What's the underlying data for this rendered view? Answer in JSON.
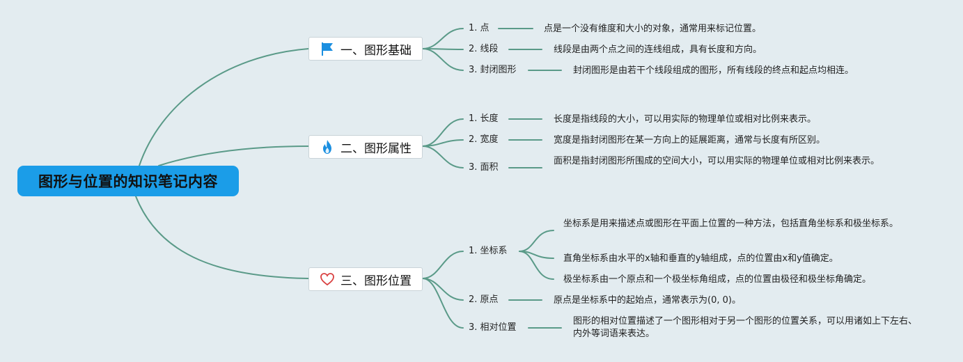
{
  "root": {
    "title": "图形与位置的知识笔记内容"
  },
  "branches": [
    {
      "label": "一、图形基础",
      "icon": "flag-icon",
      "items": [
        {
          "label": "1. 点",
          "notes": [
            "点是一个没有维度和大小的对象，通常用来标记位置。"
          ]
        },
        {
          "label": "2. 线段",
          "notes": [
            "线段是由两个点之间的连线组成，具有长度和方向。"
          ]
        },
        {
          "label": "3. 封闭图形",
          "notes": [
            "封闭图形是由若干个线段组成的图形，所有线段的终点和起点均相连。"
          ]
        }
      ]
    },
    {
      "label": "二、图形属性",
      "icon": "fire-icon",
      "items": [
        {
          "label": "1. 长度",
          "notes": [
            "长度是指线段的大小，可以用实际的物理单位或相对比例来表示。"
          ]
        },
        {
          "label": "2. 宽度",
          "notes": [
            "宽度是指封闭图形在某一方向上的延展距离，通常与长度有所区别。"
          ]
        },
        {
          "label": "3. 面积",
          "notes": [
            "面积是指封闭图形所围成的空间大小，可以用实际的物理单位或相对比例来表示。"
          ]
        }
      ]
    },
    {
      "label": "三、图形位置",
      "icon": "heart-icon",
      "items": [
        {
          "label": "1. 坐标系",
          "notes": [
            "坐标系是用来描述点或图形在平面上位置的一种方法，包括直角坐标系和极坐标系。",
            "直角坐标系由水平的x轴和垂直的y轴组成，点的位置由x和y值确定。",
            "极坐标系由一个原点和一个极坐标角组成，点的位置由极径和极坐标角确定。"
          ]
        },
        {
          "label": "2. 原点",
          "notes": [
            "原点是坐标系中的起始点，通常表示为(0, 0)。"
          ]
        },
        {
          "label": "3. 相对位置",
          "notes": [
            "图形的相对位置描述了一个图形相对于另一个图形的位置关系，可以用诸如上下左右、内外等词语来表达。"
          ]
        }
      ]
    }
  ],
  "colors": {
    "edge": "#5a9a88",
    "root_bg": "#1b9de8",
    "background": "#e3ecf0",
    "flag": "#1b8fe0",
    "fire": "#1b8fe0",
    "heart": "#d94040"
  }
}
